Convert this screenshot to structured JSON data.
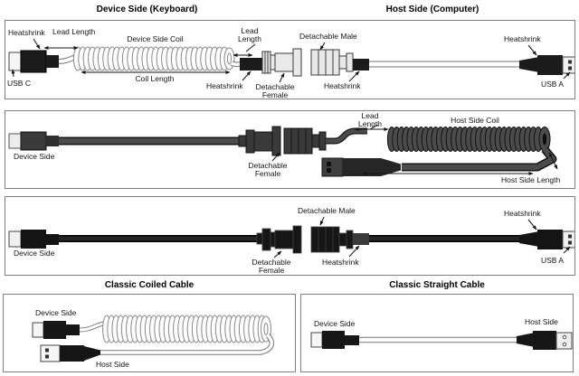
{
  "headers": {
    "device_side": "Device Side (Keyboard)",
    "host_side": "Host Side (Computer)"
  },
  "panel1": {
    "labels": {
      "heatshrink_usbc": "Heatshrink",
      "lead_length_left": "Lead Length",
      "device_side_coil": "Device Side Coil",
      "coil_length": "Coil Length",
      "usb_c": "USB C",
      "heatshrink_female": "Heatshrink",
      "detachable_female": "Detachable Female",
      "lead_length_right": "Lead Length",
      "detachable_male": "Detachable Male",
      "heatshrink_male": "Heatshrink",
      "heatshrink_usba": "Heatshrink",
      "usb_a": "USB A"
    }
  },
  "panel2": {
    "labels": {
      "device_side": "Device Side",
      "detachable_female": "Detachable Female",
      "lead_length": "Lead Length",
      "host_side_coil": "Host Side Coil",
      "host_side_length": "Host Side Length"
    }
  },
  "panel3": {
    "labels": {
      "device_side": "Device Side",
      "detachable_female": "Detachable Female",
      "detachable_male": "Detachable Male",
      "heatshrink_male": "Heatshrink",
      "heatshrink_usba": "Heatshrink",
      "usb_a": "USB A"
    }
  },
  "panel4": {
    "title": "Classic Coiled Cable",
    "labels": {
      "device_side": "Device Side",
      "host_side": "Host Side"
    }
  },
  "panel5": {
    "title": "Classic Straight Cable",
    "labels": {
      "device_side": "Device Side",
      "host_side": "Host Side"
    }
  },
  "colors": {
    "panel_border": "#7f7f7f",
    "light_cable_fill": "#fdfdfd",
    "light_cable_stroke": "#8a8a8a",
    "dark_cable": "#4b4b4b",
    "black_part": "#161616",
    "label_text": "#141414"
  }
}
